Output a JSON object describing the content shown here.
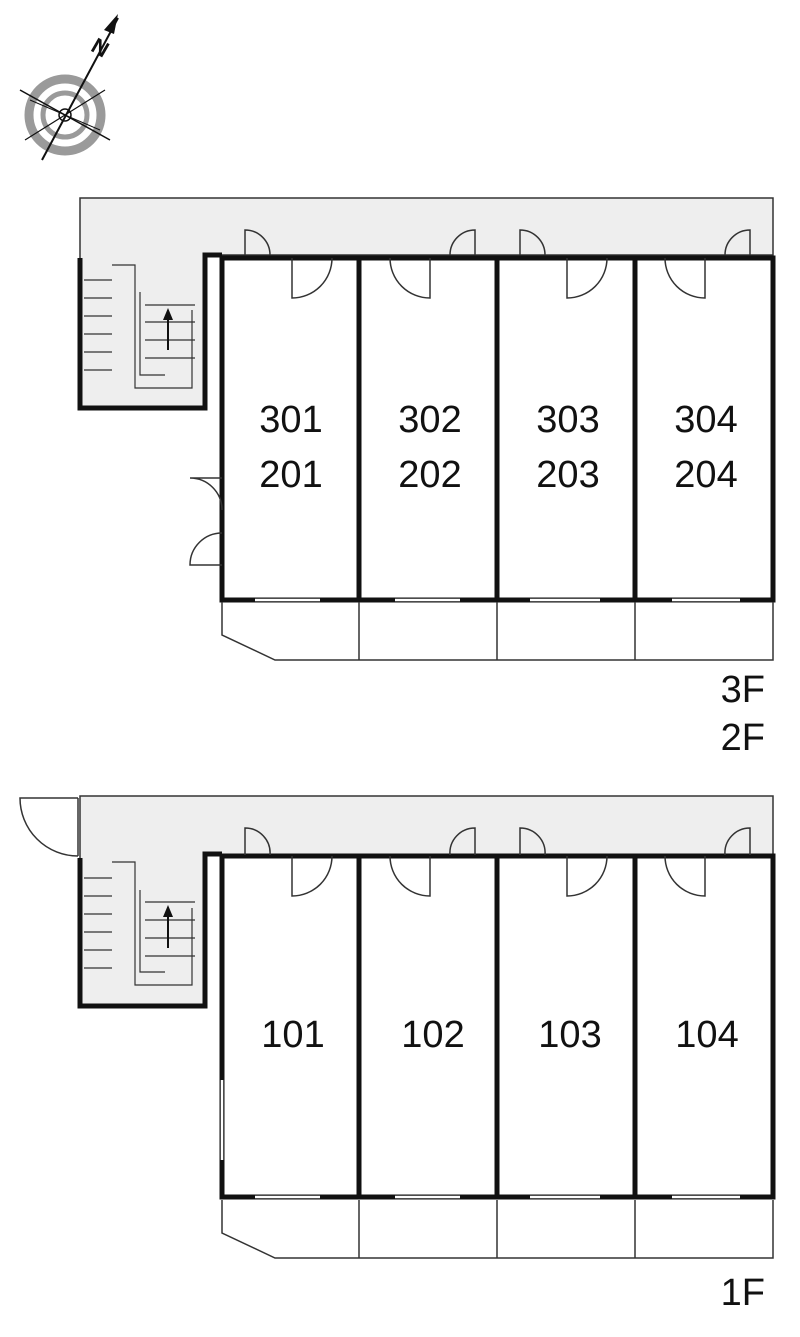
{
  "compass": {
    "north_label": "N",
    "icon": "north-compass-icon"
  },
  "upper_plan": {
    "floor_labels": [
      "3F",
      "2F"
    ],
    "units": [
      {
        "top": "301",
        "bottom": "201"
      },
      {
        "top": "302",
        "bottom": "202"
      },
      {
        "top": "303",
        "bottom": "203"
      },
      {
        "top": "304",
        "bottom": "204"
      }
    ]
  },
  "lower_plan": {
    "floor_labels": [
      "1F"
    ],
    "units": [
      {
        "top": "101"
      },
      {
        "top": "102"
      },
      {
        "top": "103"
      },
      {
        "top": "104"
      }
    ]
  },
  "colors": {
    "corridor": "#eeeeee",
    "wall": "#111111",
    "compass_ring": "#9a9a9a"
  }
}
